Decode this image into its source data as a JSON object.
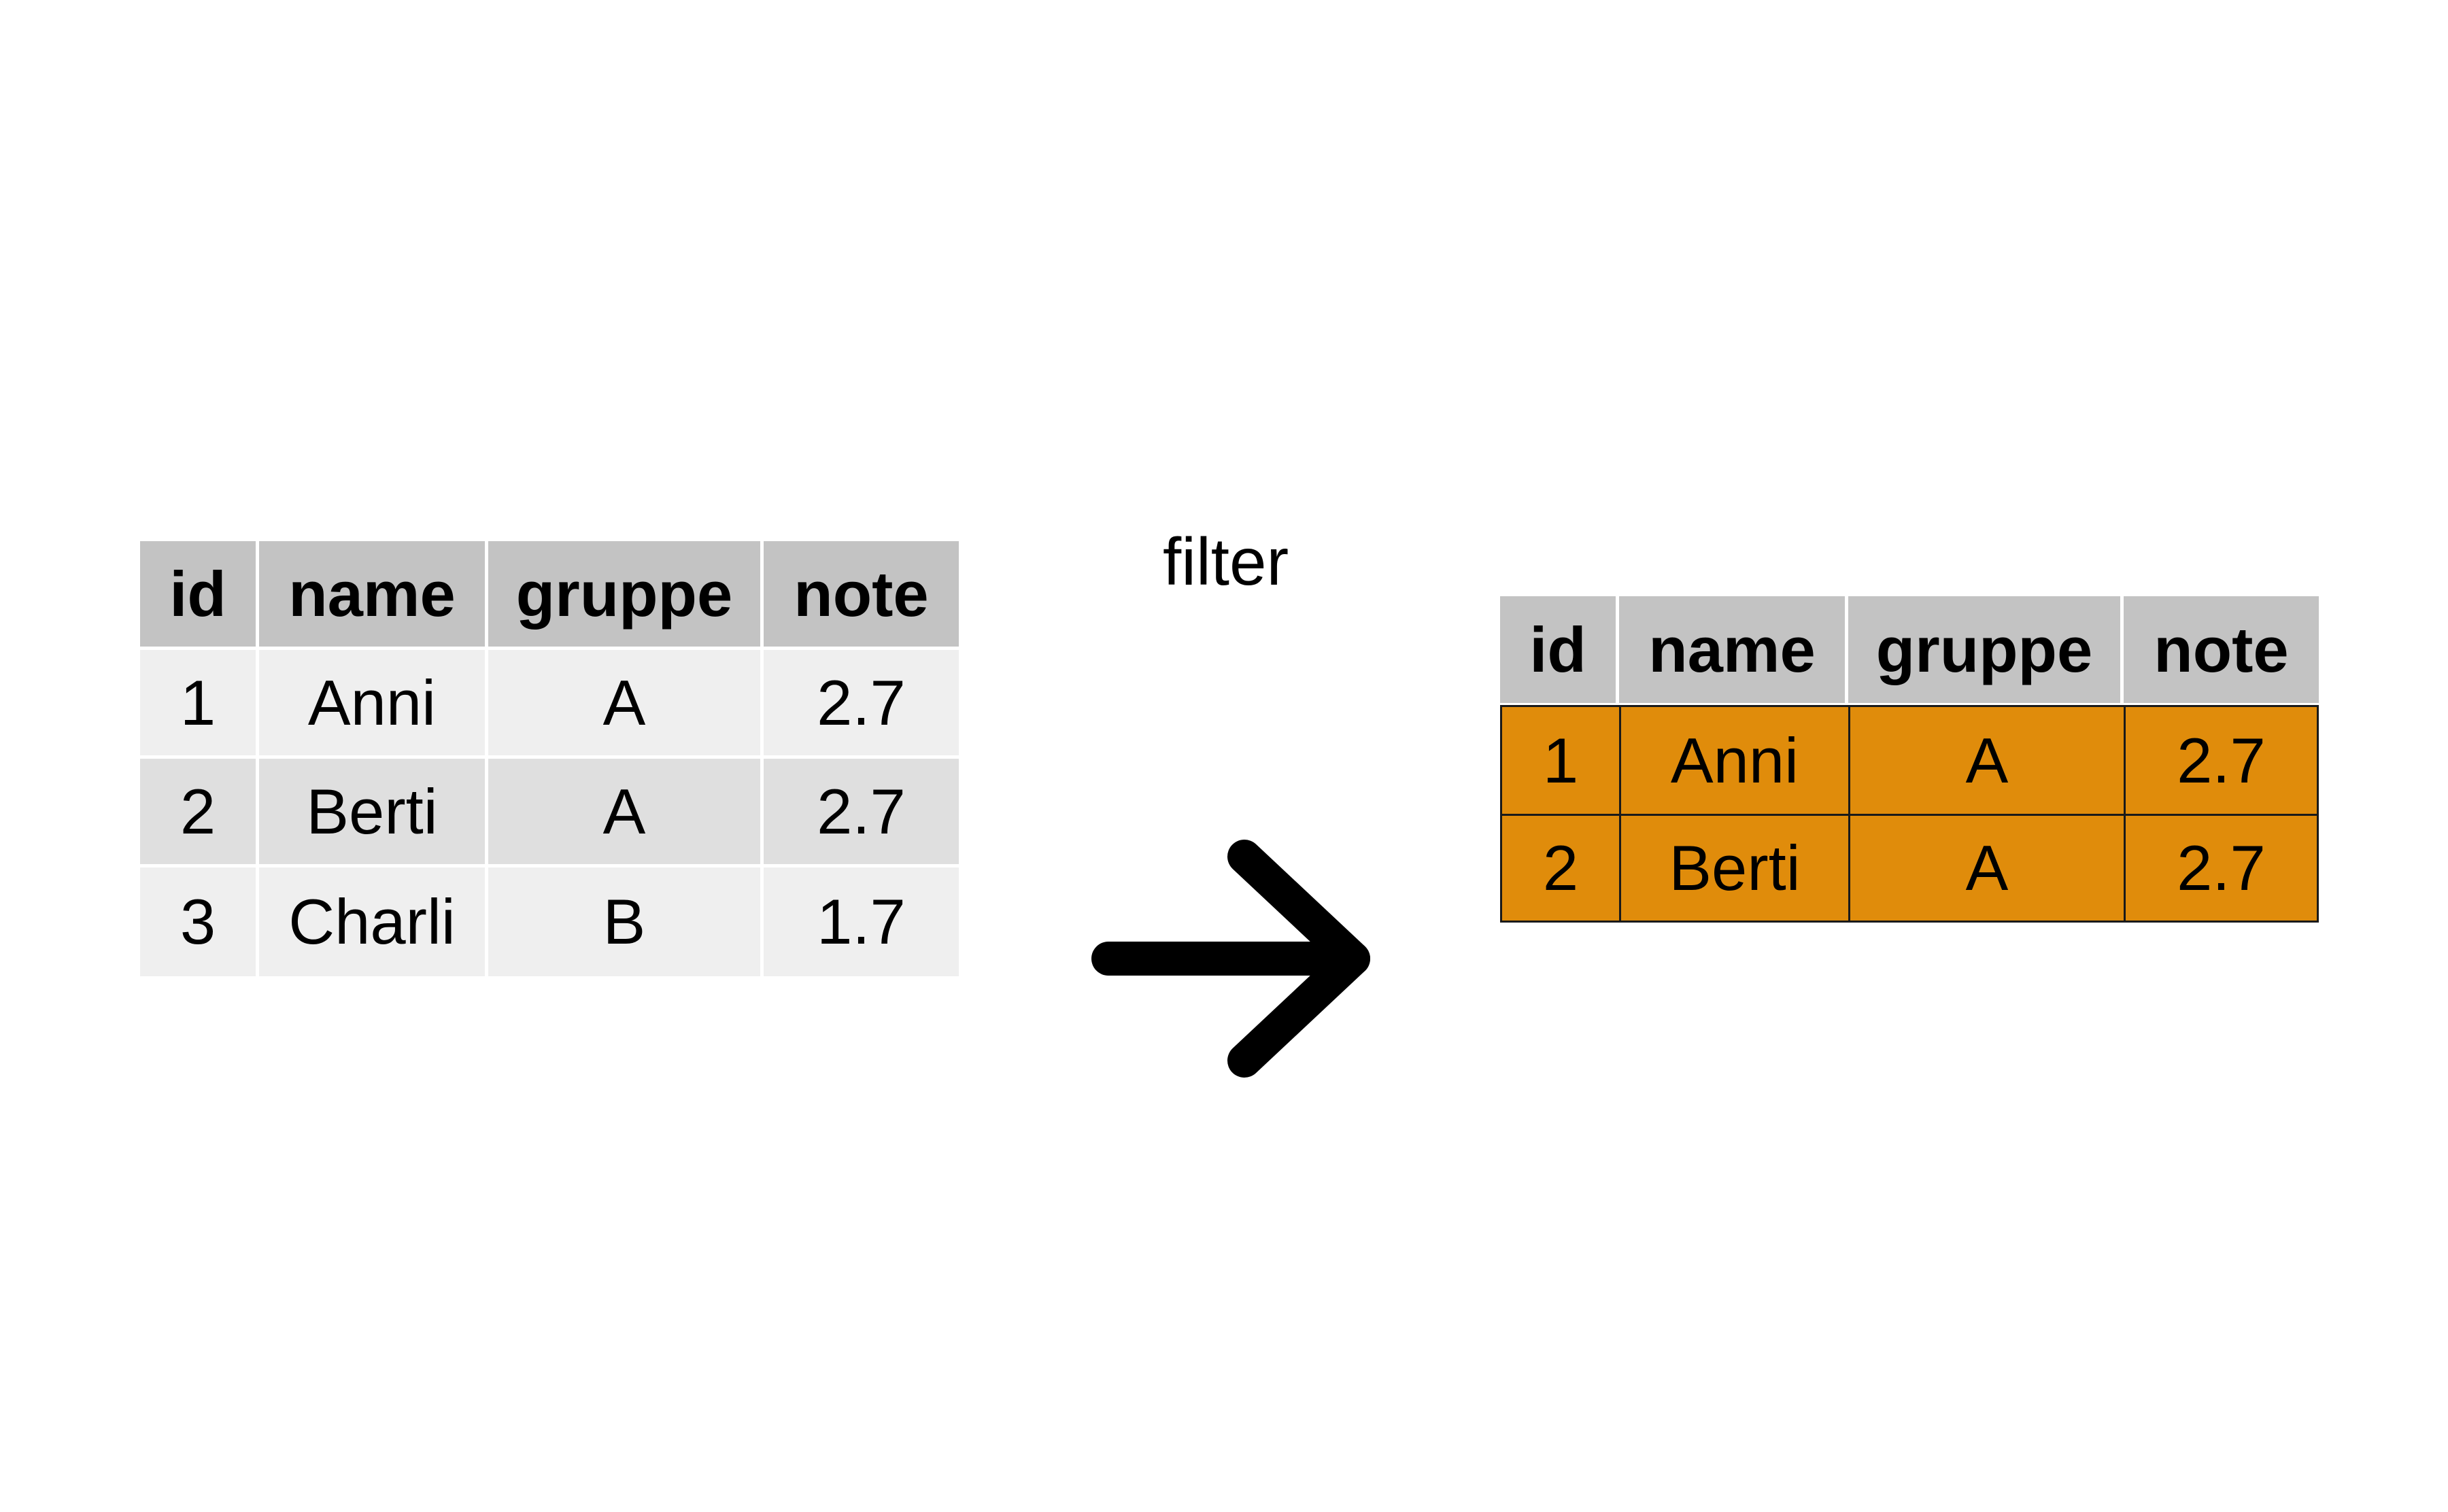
{
  "operation": "filter",
  "colors": {
    "header_bg": "#c3c3c3",
    "row_odd_bg": "#efefef",
    "row_even_bg": "#dfdfdf",
    "highlight_bg": "#e08c0b",
    "arrow": "#000000"
  },
  "source": {
    "columns": [
      "id",
      "name",
      "gruppe",
      "note"
    ],
    "rows": [
      [
        "1",
        "Anni",
        "A",
        "2.7"
      ],
      [
        "2",
        "Berti",
        "A",
        "2.7"
      ],
      [
        "3",
        "Charli",
        "B",
        "1.7"
      ]
    ]
  },
  "result": {
    "columns": [
      "id",
      "name",
      "gruppe",
      "note"
    ],
    "rows": [
      [
        "1",
        "Anni",
        "A",
        "2.7"
      ],
      [
        "2",
        "Berti",
        "A",
        "2.7"
      ]
    ]
  },
  "arrow_icon": "arrow-right-icon"
}
